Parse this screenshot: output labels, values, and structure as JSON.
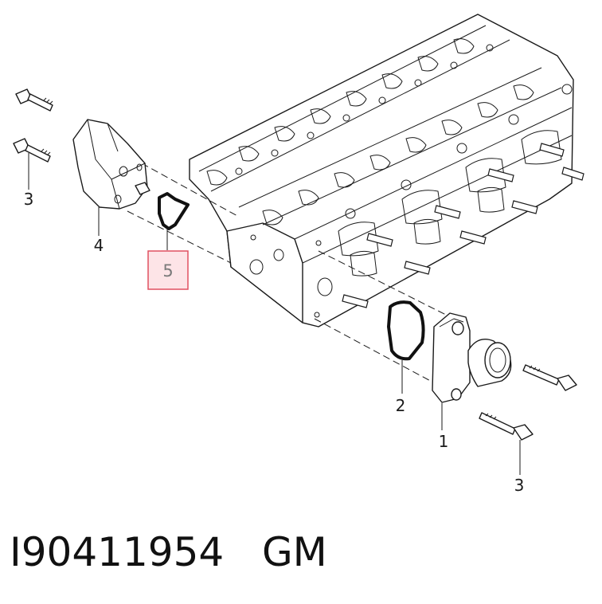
{
  "diagram": {
    "callouts": {
      "c1": "1",
      "c2": "2",
      "c3a": "3",
      "c3b": "3",
      "c4": "4",
      "c5": "5"
    },
    "highlighted_callout": "5",
    "highlight_color": "#e05060",
    "highlight_fill": "#fde4e7"
  },
  "footer": {
    "part_number": "I90411954",
    "brand": "GM"
  }
}
